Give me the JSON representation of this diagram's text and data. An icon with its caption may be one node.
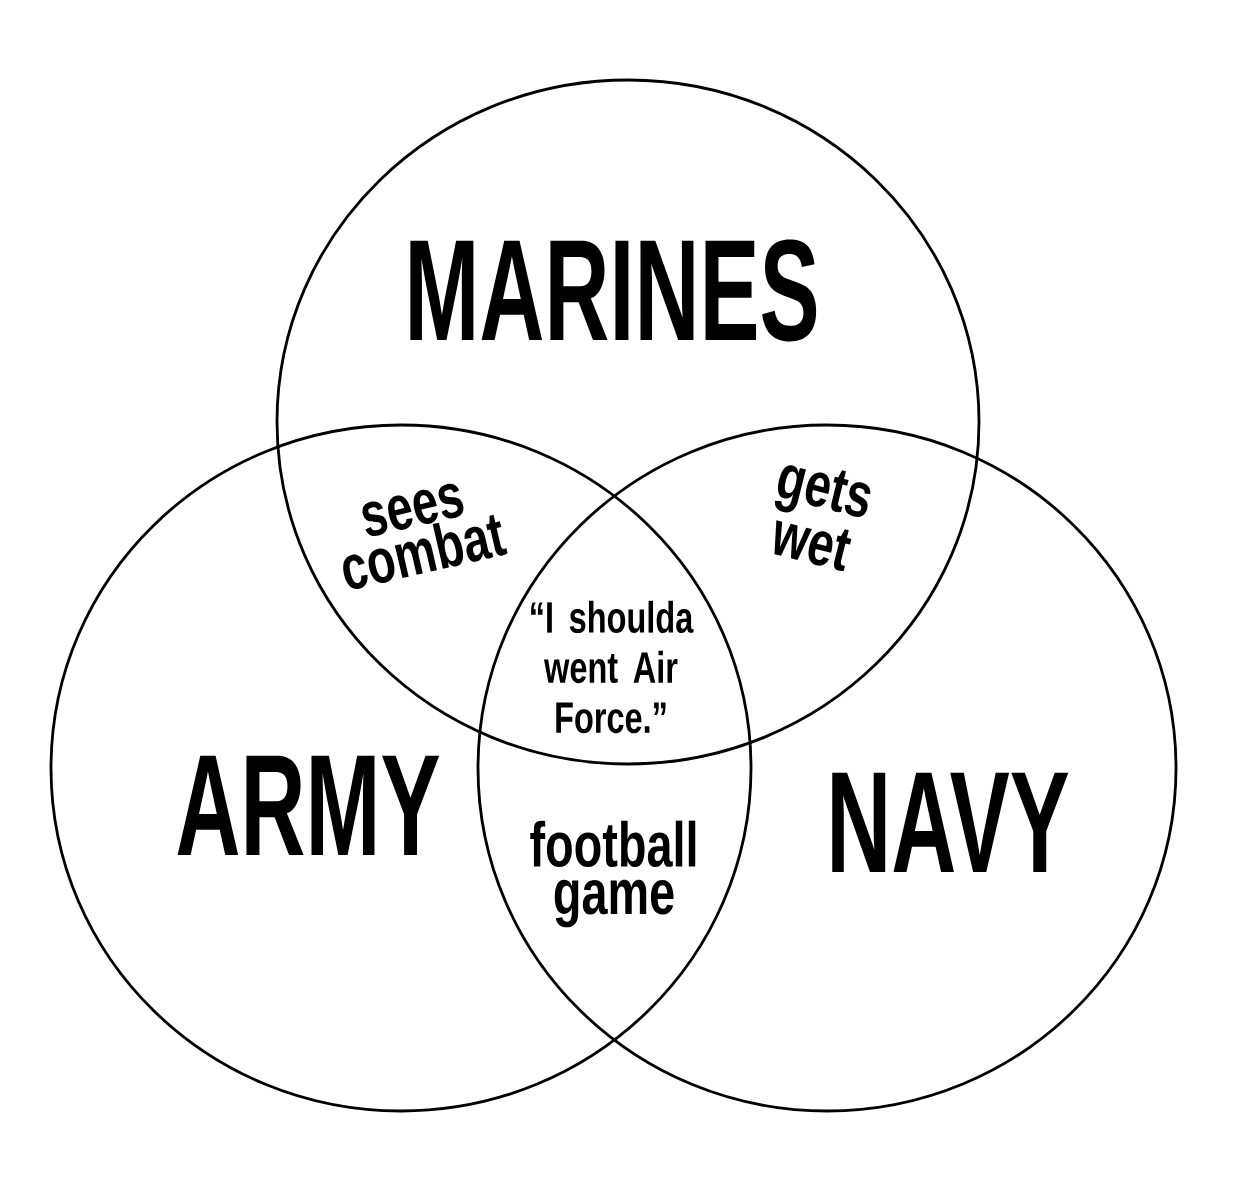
{
  "diagram": {
    "nodes": [
      {
        "text": [
          "MARINES"
        ]
      },
      {
        "text": [
          "ARMY"
        ]
      },
      {
        "text": [
          "NAVY"
        ]
      }
    ],
    "labels": [
      "sees combat",
      "gets wet",
      "“I shoulda went Air Force.”",
      "football game"
    ]
  }
}
